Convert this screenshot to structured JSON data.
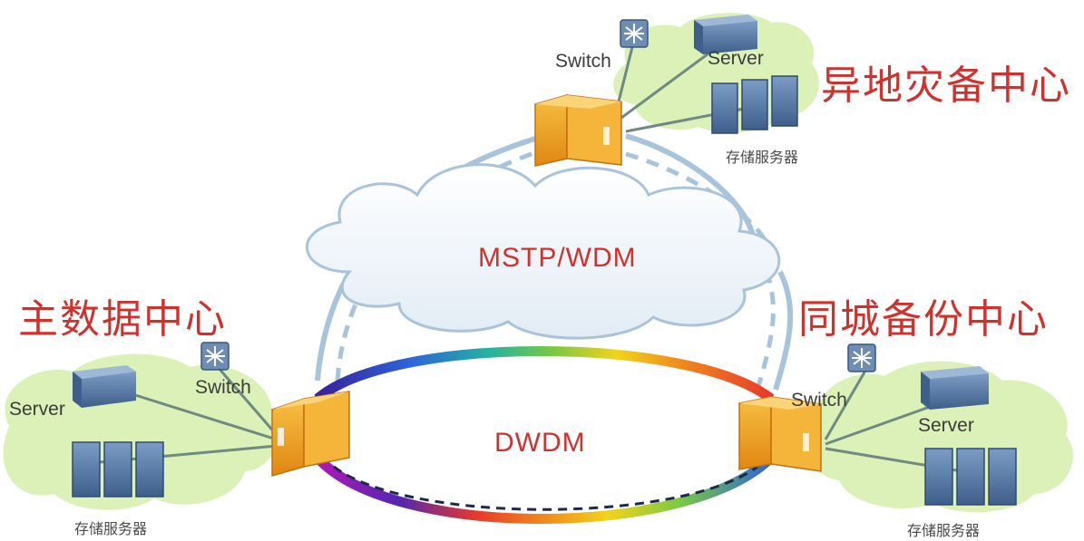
{
  "sites": {
    "main": {
      "title": "主数据中心",
      "server_label": "Server",
      "switch_label": "Switch",
      "storage_label": "存储服务器"
    },
    "same_city": {
      "title": "同城备份中心",
      "server_label": "Server",
      "switch_label": "Switch",
      "storage_label": "存储服务器"
    },
    "remote": {
      "title": "异地灾备中心",
      "server_label": "Server",
      "switch_label": "Switch",
      "storage_label": "存储服务器"
    }
  },
  "networks": {
    "cloud": "MSTP/WDM",
    "ring": "DWDM"
  },
  "colors": {
    "title": "#d0312d",
    "cloud_fill": "#edf3f8",
    "cloud_stroke": "#a9c3da",
    "site_cloud": "#d9f0b4",
    "router": "#f0a320"
  },
  "icons": [
    "cloud-icon",
    "server-icon",
    "switch-icon",
    "storage-server-icon",
    "router-icon"
  ]
}
